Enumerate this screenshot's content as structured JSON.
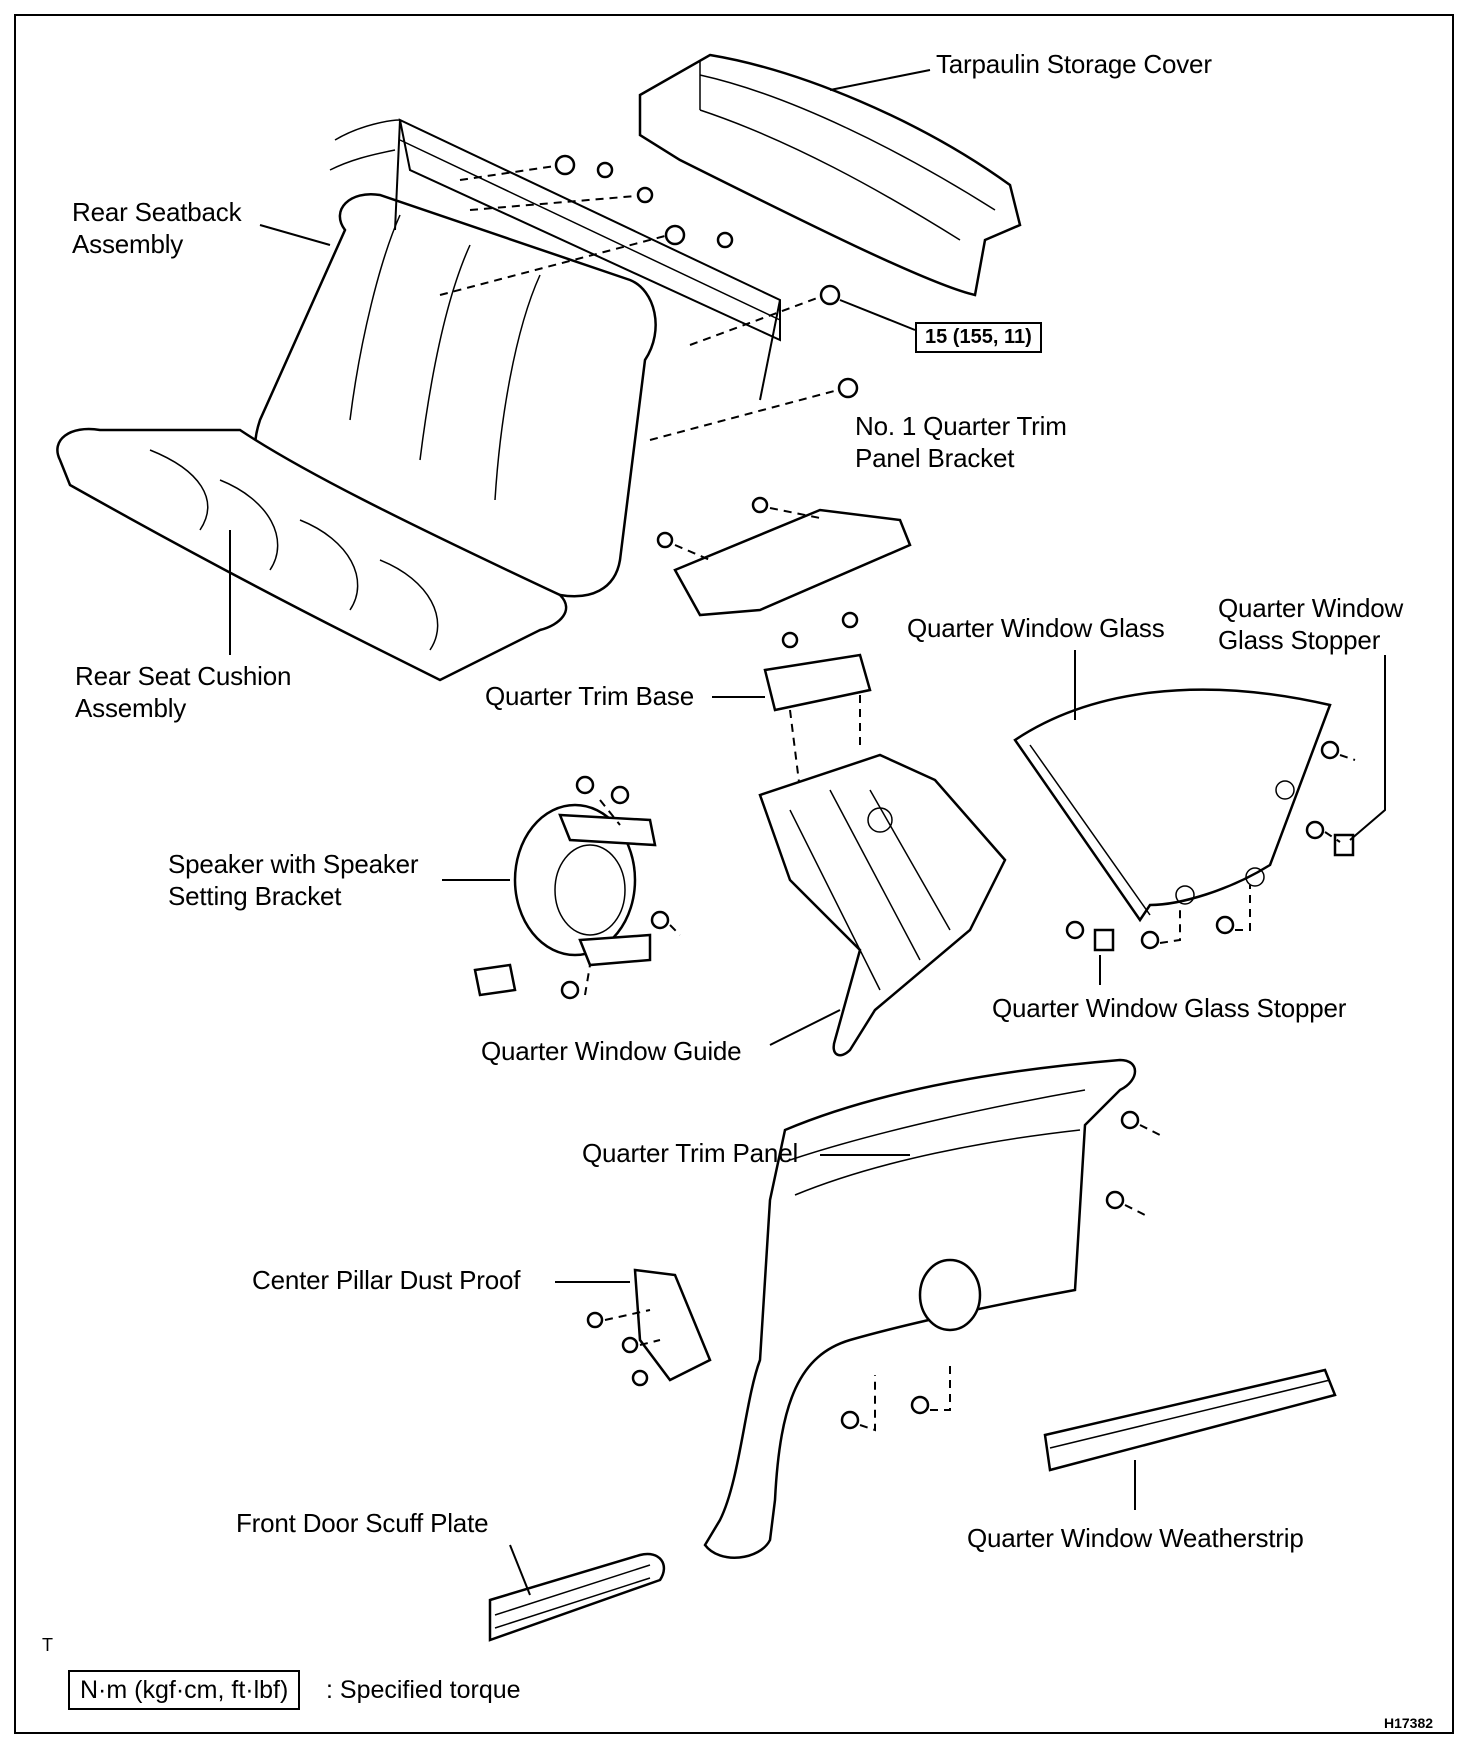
{
  "labels": {
    "tarpaulin": "Tarpaulin Storage Cover",
    "seatback": "Rear Seatback\nAssembly",
    "torque_spec": "15 (155, 11)",
    "quarter_bracket": "No. 1 Quarter Trim\nPanel Bracket",
    "seat_cushion": "Rear Seat Cushion\nAssembly",
    "quarter_glass": "Quarter Window Glass",
    "glass_stopper_top": "Quarter Window\nGlass Stopper",
    "trim_base": "Quarter Trim Base",
    "speaker": "Speaker with Speaker\nSetting Bracket",
    "glass_stopper_bottom": "Quarter Window Glass Stopper",
    "window_guide": "Quarter Window Guide",
    "trim_panel": "Quarter Trim Panel",
    "pillar_dust": "Center Pillar Dust Proof",
    "scuff_plate": "Front Door Scuff Plate",
    "weatherstrip": "Quarter Window Weatherstrip"
  },
  "legend": {
    "unit": "N·m (kgf·cm, ft·lbf)",
    "description": ": Specified torque"
  },
  "corner_mark": "T",
  "figure_code": "H17382"
}
